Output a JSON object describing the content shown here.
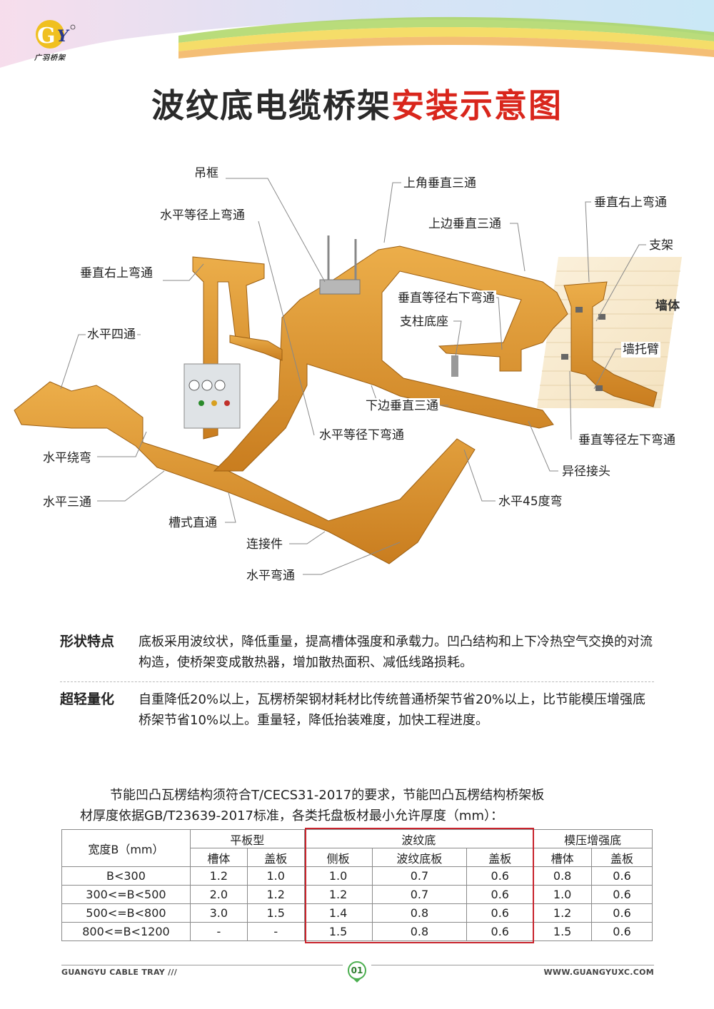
{
  "brand": {
    "logo_text": "广羽桥架",
    "logo_letters": "GY"
  },
  "title": {
    "part1": "波纹底电缆桥架",
    "part2": "安装示意图"
  },
  "diagram": {
    "wall_label": "墙体",
    "labels": [
      "吊框",
      "水平等径上弯通",
      "垂直右上弯通",
      "水平四通",
      "水平绕弯",
      "水平三通",
      "槽式直通",
      "连接件",
      "水平弯通",
      "上角垂直三通",
      "上边垂直三通",
      "垂直等径右下弯通",
      "支柱底座",
      "下边垂直三通",
      "水平等径下弯通",
      "垂直右上弯通",
      "支架",
      "墙托臂",
      "垂直等径左下弯通",
      "异径接头",
      "水平45度弯"
    ]
  },
  "features": [
    {
      "head": "形状特点",
      "body": "底板采用波纹状，降低重量，提高槽体强度和承载力。凹凸结构和上下冷热空气交换的对流构造，使桥架变成散热器，增加散热面积、减低线路损耗。"
    },
    {
      "head": "超轻量化",
      "body": "自重降低20%以上，瓦楞桥架钢材耗材比传统普通桥架节省20%以上，比节能模压增强底桥架节省10%以上。重量轻，降低抬装难度，加快工程进度。"
    }
  ],
  "intro": {
    "line1": "节能凹凸瓦楞结构须符合T/CECS31-2017的要求，节能凹凸瓦楞结构桥架板",
    "line2": "材厚度依据GB/T23639-2017标准，各类托盘板材最小允许厚度（mm）："
  },
  "table": {
    "width_header": "宽度B（mm）",
    "groups": [
      "平板型",
      "波纹底",
      "模压增强底"
    ],
    "sub": [
      "槽体",
      "盖板",
      "侧板",
      "波纹底板",
      "盖板",
      "槽体",
      "盖板"
    ],
    "rows": [
      [
        "B<300",
        "1.2",
        "1.0",
        "1.0",
        "0.7",
        "0.6",
        "0.8",
        "0.6"
      ],
      [
        "300<=B<500",
        "2.0",
        "1.2",
        "1.2",
        "0.7",
        "0.6",
        "1.0",
        "0.6"
      ],
      [
        "500<=B<800",
        "3.0",
        "1.5",
        "1.4",
        "0.8",
        "0.6",
        "1.2",
        "0.6"
      ],
      [
        "800<=B<1200",
        "-",
        "-",
        "1.5",
        "0.8",
        "0.6",
        "1.5",
        "0.6"
      ]
    ]
  },
  "footer": {
    "left": "GUANGYU CABLE TRAY  ///",
    "page": "01",
    "right": "WWW.GUANGYUXC.COM"
  },
  "colors": {
    "tray": "#d9902e",
    "accent_red": "#d9261c",
    "table_highlight": "#c8242d"
  }
}
